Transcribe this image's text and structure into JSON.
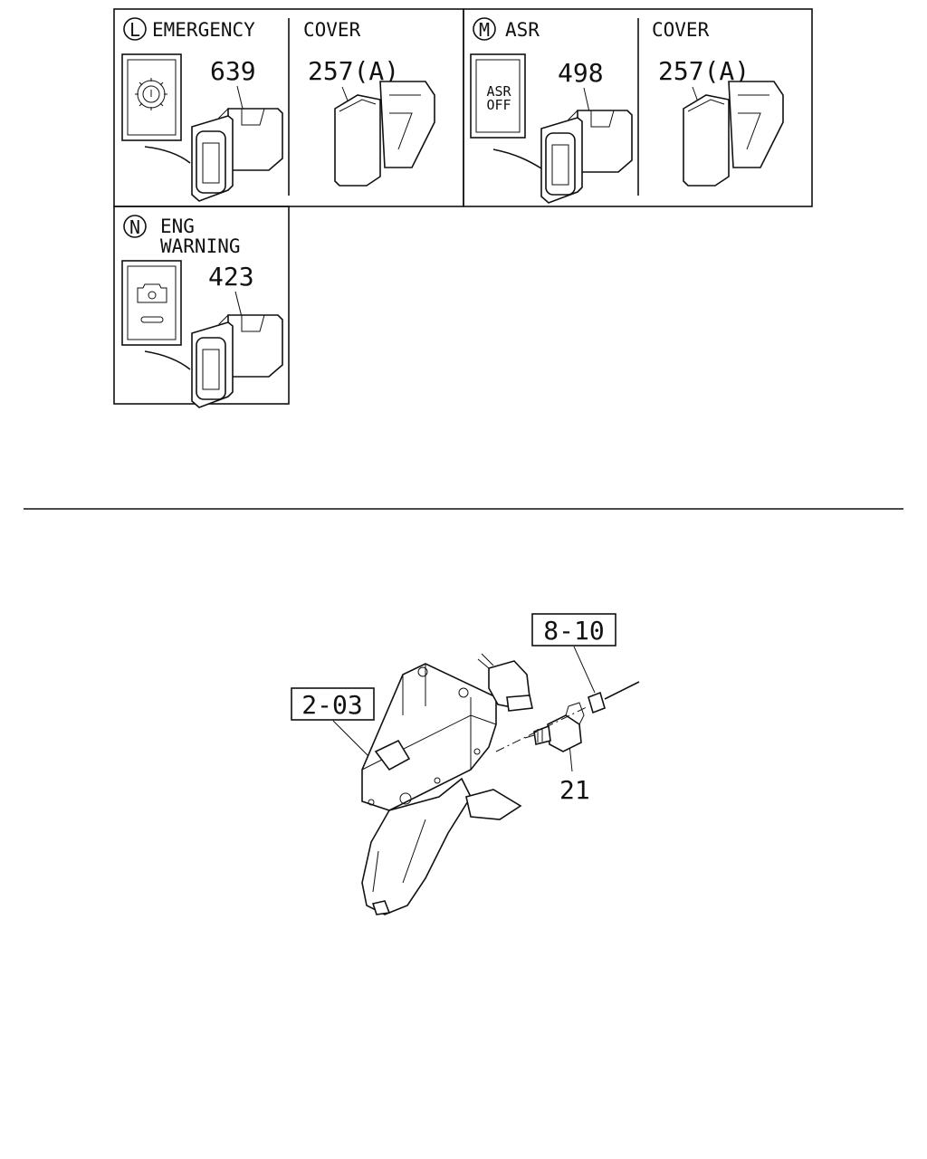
{
  "panel_L": {
    "letter": "L",
    "title": "EMERGENCY",
    "switch_part": "639",
    "cover_title": "COVER",
    "cover_part": "257(A)"
  },
  "panel_M": {
    "letter": "M",
    "title": "ASR",
    "switch_part": "498",
    "icon_line1": "ASR",
    "icon_line2": "OFF",
    "cover_title": "COVER",
    "cover_part": "257(A)"
  },
  "panel_N": {
    "letter": "N",
    "title_line1": "ENG",
    "title_line2": "WARNING",
    "switch_part": "423"
  },
  "assembly": {
    "ref_pedal": "2-03",
    "ref_connector": "8-10",
    "switch_part": "21"
  }
}
